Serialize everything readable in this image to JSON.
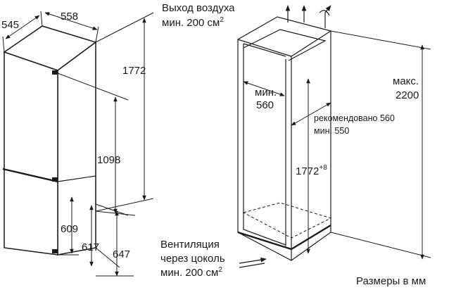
{
  "fridge": {
    "depth": "545",
    "width": "558",
    "height": "1772",
    "fridge_door": "1098",
    "freezer_door": "609",
    "lower_a": "617",
    "lower_b": "647"
  },
  "niche": {
    "air_outlet_line1": "Выход воздуха",
    "air_outlet_line2": "мин. 200 см",
    "air_outlet_sup": "2",
    "min_depth_label": "мин.",
    "min_depth_value": "560",
    "recommended": "рекомендовано 560",
    "min_width": "мин. 550",
    "niche_height": "1772",
    "niche_height_sup": "+8",
    "max_label": "макс.",
    "max_value": "2200",
    "vent_line1": "Вентиляция",
    "vent_line2": "через цоколь",
    "vent_line3": "мин. 200 см",
    "vent_sup": "2"
  },
  "units_note": "Размеры в мм"
}
